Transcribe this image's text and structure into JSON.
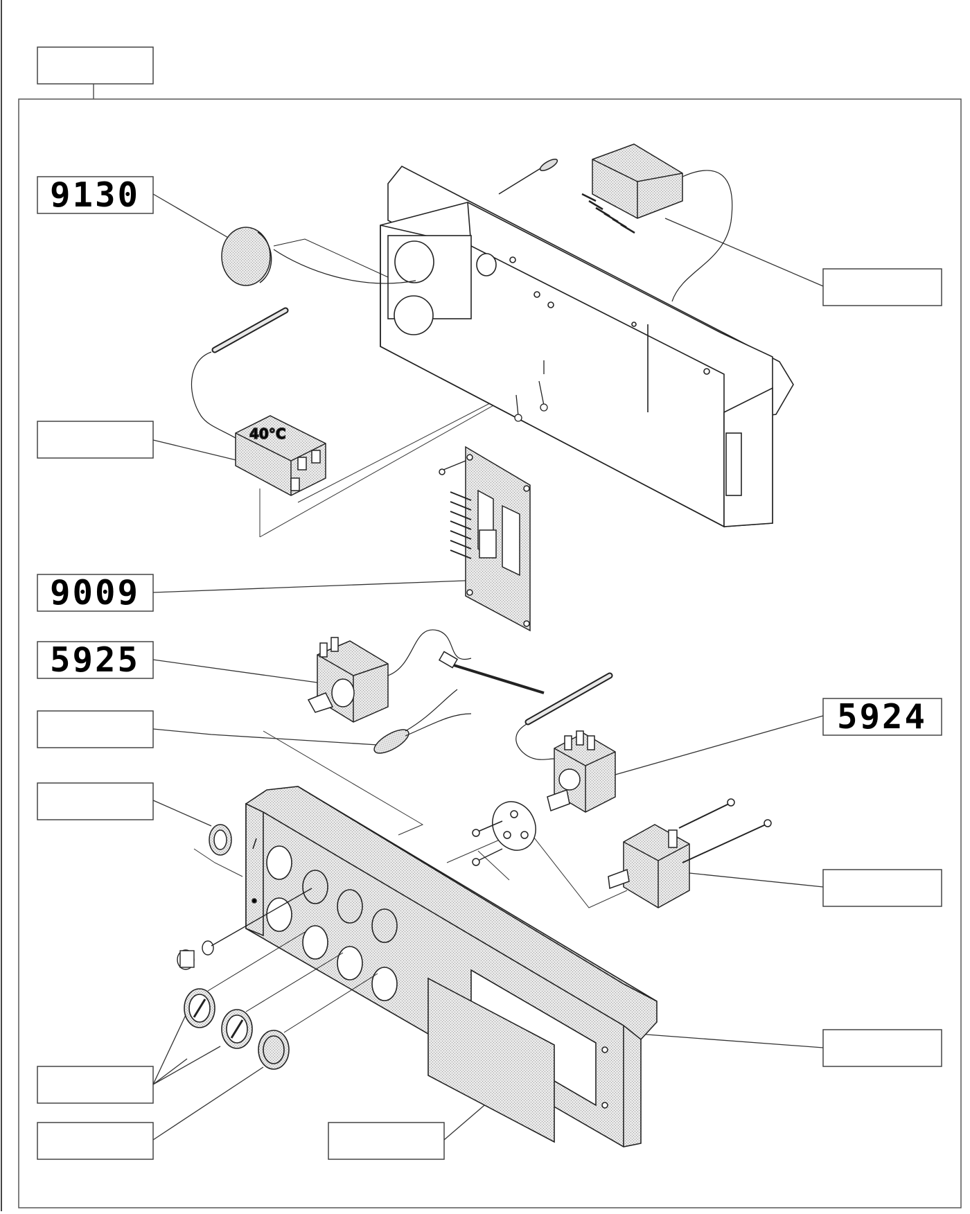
{
  "diagram": {
    "callouts": [
      {
        "id": "top-left",
        "text": ""
      },
      {
        "id": "c9130",
        "text": "9130"
      },
      {
        "id": "relay-right",
        "text": ""
      },
      {
        "id": "thermostat-40",
        "text": ""
      },
      {
        "id": "c9009",
        "text": "9009"
      },
      {
        "id": "c5925",
        "text": "5925"
      },
      {
        "id": "lamp",
        "text": ""
      },
      {
        "id": "c5924",
        "text": "5924"
      },
      {
        "id": "ring",
        "text": ""
      },
      {
        "id": "switch-right",
        "text": ""
      },
      {
        "id": "knobs",
        "text": ""
      },
      {
        "id": "panel-right",
        "text": ""
      },
      {
        "id": "knob-single",
        "text": ""
      },
      {
        "id": "plate",
        "text": ""
      }
    ],
    "component_text": {
      "thermostat_rating": "40°C"
    }
  }
}
